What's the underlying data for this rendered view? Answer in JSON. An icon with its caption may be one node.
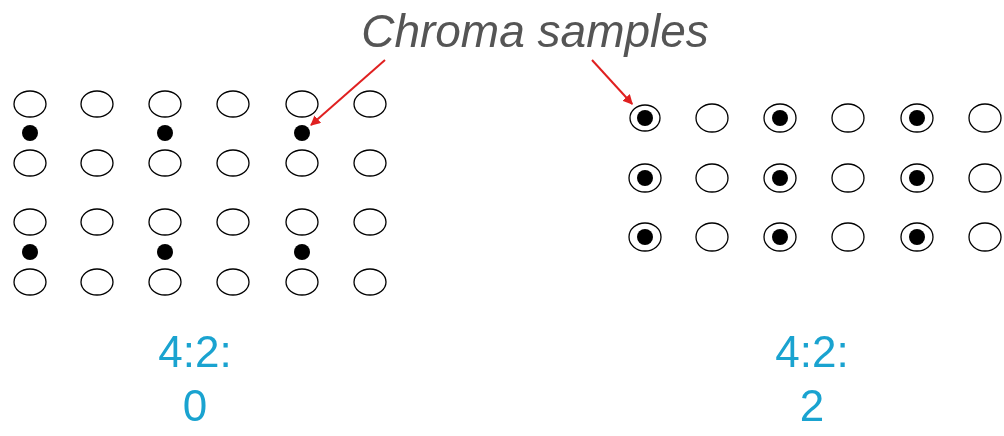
{
  "diagram": {
    "nodes": [
      {
        "text": [
          "Chroma samples"
        ]
      },
      {
        "text": [],
        "shape": "circle"
      },
      {
        "text": [],
        "shape": "circle"
      }
    ],
    "edges": [
      {
        "from": 0,
        "to": 1,
        "arrow": "to"
      },
      {
        "from": 0,
        "to": 2,
        "arrow": "to"
      }
    ],
    "labels": [
      "4:2: 0",
      "4:2: 2"
    ]
  }
}
